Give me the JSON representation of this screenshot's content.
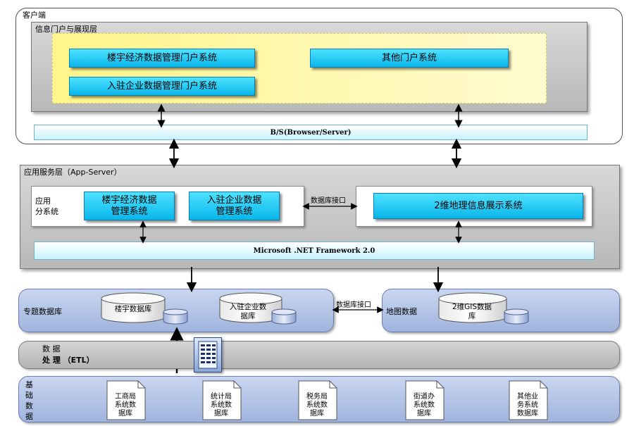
{
  "client": {
    "label": "客户端"
  },
  "portal_layer": {
    "label": "信息门户与展现层",
    "systems": [
      "楼宇经济数据管理门户系统",
      "入驻企业数据管理门户系统",
      "其他门户系统"
    ]
  },
  "bs_bar": {
    "label": "B/S(Browser/Server)"
  },
  "app_layer": {
    "label": "应用服务层（App-Server）",
    "subsystem_label": [
      "应用",
      "分系统"
    ],
    "subsystems": [
      [
        "楼宇经济数据",
        "管理系统"
      ],
      [
        "入驻企业数据",
        "管理系统"
      ]
    ],
    "interface_label": "数据库接口",
    "gis_system": "2维地理信息展示系统",
    "framework": "Microsoft .NET Framework 2.0"
  },
  "thematic_db": {
    "label": "专题数据库",
    "databases": [
      [
        "楼宇数据库"
      ],
      [
        "入驻企业数",
        "据库"
      ]
    ]
  },
  "db_interface_label": "数据库接口",
  "map_data": {
    "label": "地图数据",
    "database": [
      "2维GIS数据",
      "库"
    ]
  },
  "etl": {
    "label_line1": "数  据",
    "label_line2": "处  理 （ETL）"
  },
  "base_data": {
    "label": [
      "基",
      "础",
      "数",
      "据"
    ],
    "documents": [
      [
        "工商局",
        "系统数",
        "据库"
      ],
      [
        "统计局",
        "系统数",
        "据库"
      ],
      [
        "税务局",
        "系统数",
        "据库"
      ],
      [
        "街道办",
        "系统数",
        "据库"
      ],
      [
        "其他业",
        "务系统",
        "数据库"
      ]
    ]
  },
  "colors": {
    "accent": "#08b6ea",
    "portal_bg": "#fff58a",
    "panel": "#c8c8c8",
    "db_panel": "#b3c5e8"
  }
}
